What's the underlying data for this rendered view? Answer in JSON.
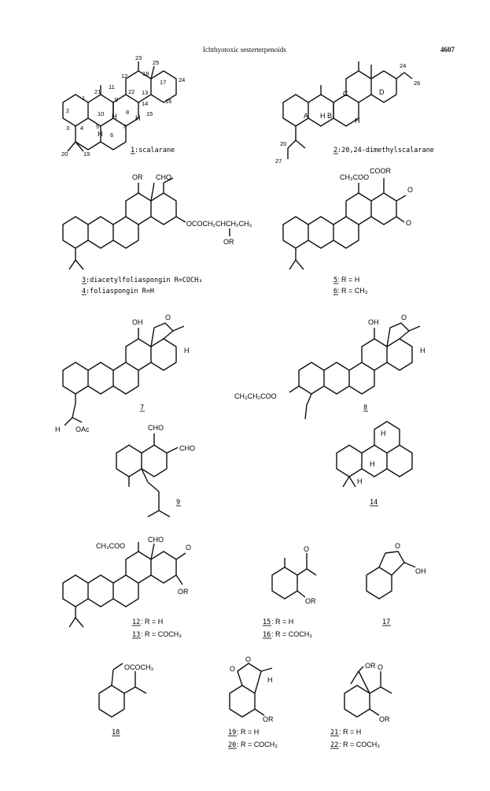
{
  "header": {
    "title": "Ichthyotoxic sesterterpenoids",
    "page": "4607"
  },
  "captions": {
    "c1_num": "1",
    "c1_text": ":scalarane",
    "c2_num": "2",
    "c2_text": ":20,24-dimethylscalarane",
    "c3_num": "3",
    "c3_text": ":diacetylfoliaspongin R=COCH₃",
    "c4_num": "4",
    "c4_text": ":foliaspongin R=H",
    "c5_num": "5",
    "c5_text": ": R = H",
    "c6_num": "6",
    "c6_text": ": R = CH₃",
    "c7_num": "7",
    "c8_num": "8",
    "c9_num": "9",
    "c14_num": "14",
    "c12_num": "12",
    "c12_text": ": R = H",
    "c13_num": "13",
    "c13_text": ": R = COCH₃",
    "c15_num": "15",
    "c15_text": ": R = H",
    "c16_num": "16",
    "c16_text": ": R = COCH₃",
    "c17_num": "17",
    "c18_num": "18",
    "c19_num": "19",
    "c19_text": ": R = H",
    "c20_num": "20",
    "c20_text": ": R = COCH₃",
    "c21_num": "21",
    "c21_text": ": R = H",
    "c22_num": "22",
    "c22_text": ": R = COCH₃"
  },
  "structure_labels": {
    "s1": [
      "1",
      "2",
      "3",
      "4",
      "5",
      "6",
      "7",
      "8",
      "9",
      "10",
      "11",
      "12",
      "13",
      "14",
      "15",
      "16",
      "17",
      "18",
      "19",
      "20",
      "21",
      "22",
      "23",
      "24",
      "25"
    ],
    "rings": [
      "A",
      "B",
      "C",
      "D"
    ],
    "h": "H",
    "oac": "OAc",
    "or": "OR",
    "oh": "OH",
    "o": "O",
    "cho": "CHO",
    "ch3coo": "CH₃COO",
    "coor": "COOR",
    "ococh3": "OCOCH₃",
    "side3": "OCOCH₂CHCH₂CH₃",
    "ch3ch2coo": "CH₃CH₂COO",
    "n24": "24",
    "n26": "26",
    "n27": "27",
    "n20": "20"
  }
}
